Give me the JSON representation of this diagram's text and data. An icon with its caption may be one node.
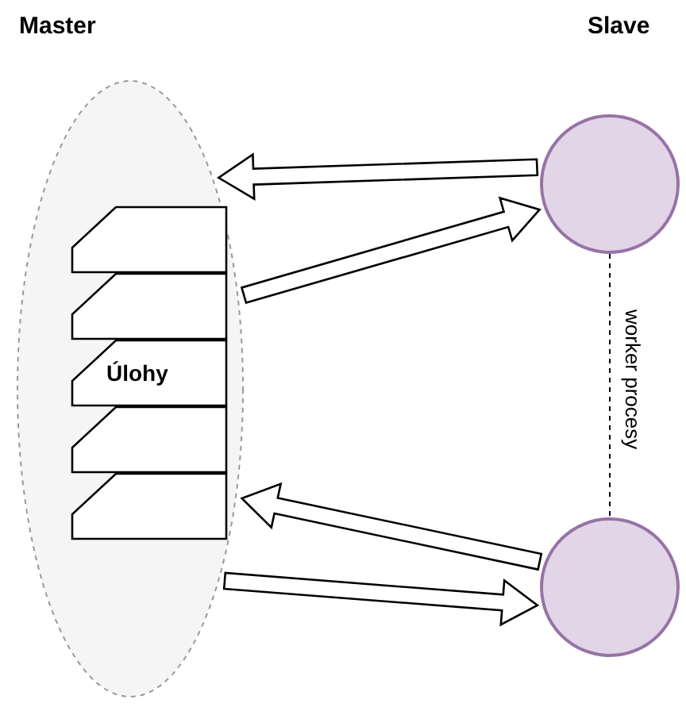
{
  "diagram": {
    "nodes": [
      {
        "text": [],
        "shape": "ellipse"
      },
      {
        "text": [],
        "shape": "card",
        "in": 0
      },
      {
        "text": [],
        "shape": "card",
        "in": 0
      },
      {
        "text": [
          "Úlohy"
        ],
        "in": 0
      },
      {
        "text": [],
        "shape": "card",
        "in": 0
      },
      {
        "text": [],
        "shape": "card",
        "in": 0
      },
      {
        "text": [],
        "shape": "circle"
      },
      {
        "text": [],
        "shape": "circle"
      }
    ],
    "edges": [
      {
        "from": 6,
        "to": 0,
        "arrow": "to"
      },
      {
        "from": 0,
        "to": 6,
        "arrow": "to"
      },
      {
        "from": 7,
        "to": 0,
        "arrow": "to"
      },
      {
        "from": 0,
        "to": 7,
        "arrow": "to"
      },
      {
        "from": 6,
        "to": 7,
        "arrow": "none",
        "style": "dashed",
        "label": "worker procesy"
      }
    ],
    "labels": [
      "Master",
      "Slave"
    ]
  }
}
